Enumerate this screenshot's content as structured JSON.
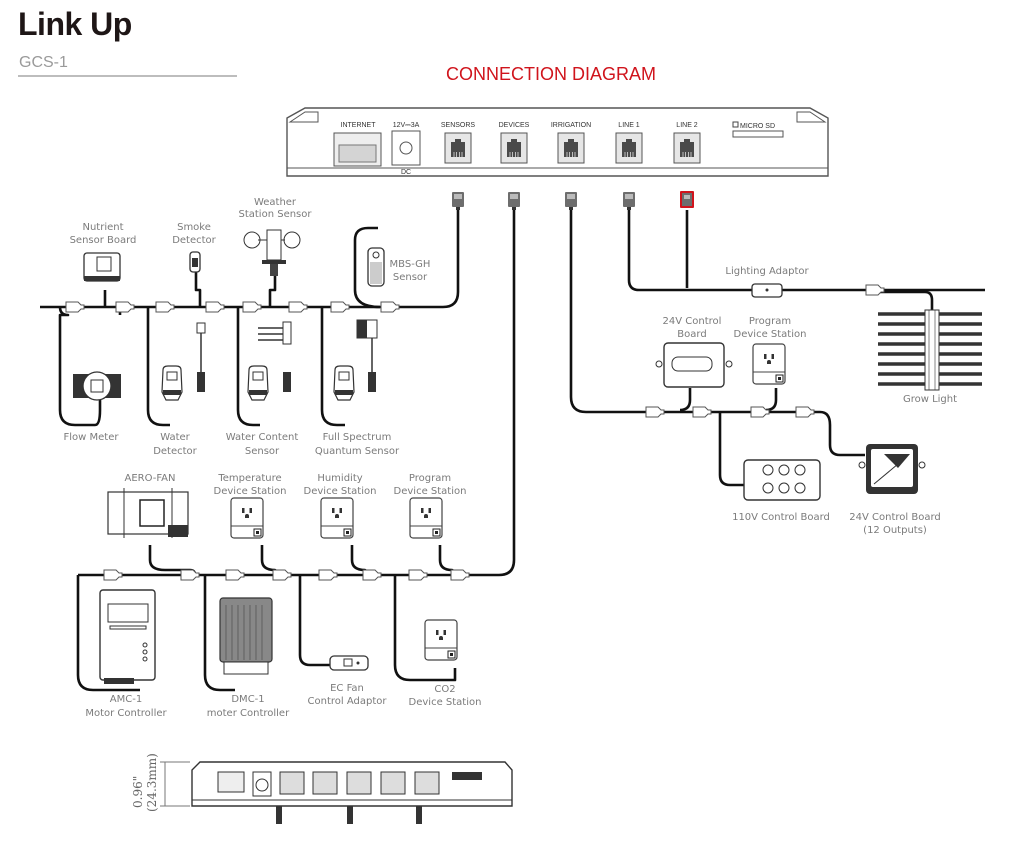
{
  "header": {
    "title": "Link Up",
    "subtitle": "GCS-1",
    "diagram_title": "CONNECTION DIAGRAM"
  },
  "controller": {
    "ports": [
      "INTERNET",
      "12V⎓3A",
      "SENSORS",
      "DEVICES",
      "IRRIGATION",
      "LINE 1",
      "LINE 2"
    ],
    "dc_label": "DC",
    "sd_label": "MICRO SD"
  },
  "sensors_chain": {
    "top": [
      {
        "line1": "Nutrient",
        "line2": "Sensor Board"
      },
      {
        "line1": "Smoke",
        "line2": "Detector"
      },
      {
        "line1": "Weather",
        "line2": "Station Sensor"
      },
      {
        "line1": "MBS-GH",
        "line2": "Sensor"
      }
    ],
    "bottom": [
      {
        "line1": "Flow Meter",
        "line2": ""
      },
      {
        "line1": "Water",
        "line2": "Detector"
      },
      {
        "line1": "Water Content",
        "line2": "Sensor"
      },
      {
        "line1": "Full Spectrum",
        "line2": "Quantum Sensor"
      }
    ]
  },
  "devices_chain": {
    "top": [
      {
        "line1": "AERO-FAN",
        "line2": ""
      },
      {
        "line1": "Temperature",
        "line2": "Device Station"
      },
      {
        "line1": "Humidity",
        "line2": "Device Station"
      },
      {
        "line1": "Program",
        "line2": "Device Station"
      }
    ],
    "bottom": [
      {
        "line1": "AMC-1",
        "line2": "Motor Controller"
      },
      {
        "line1": "DMC-1",
        "line2": "moter Controller"
      },
      {
        "line1": "EC Fan",
        "line2": "Control Adaptor"
      },
      {
        "line1": "CO2",
        "line2": "Device Station"
      }
    ]
  },
  "irrigation_chain": {
    "top": [
      {
        "line1": "24V Control",
        "line2": "Board"
      },
      {
        "line1": "Program",
        "line2": "Device Station"
      }
    ],
    "bottom": [
      {
        "line1": "110V Control Board",
        "line2": ""
      },
      {
        "line1": "24V Control Board",
        "line2": "(12 Outputs)"
      }
    ]
  },
  "lighting_chain": {
    "adaptor": "Lighting Adaptor",
    "light": "Grow Light"
  },
  "dimension": {
    "inches": "0.96\"",
    "mm": "(24.3mm)"
  },
  "colors": {
    "accent": "#d0141c",
    "cable": "#111111",
    "plug": "#6d6d6d",
    "label": "#7b7b7b"
  }
}
